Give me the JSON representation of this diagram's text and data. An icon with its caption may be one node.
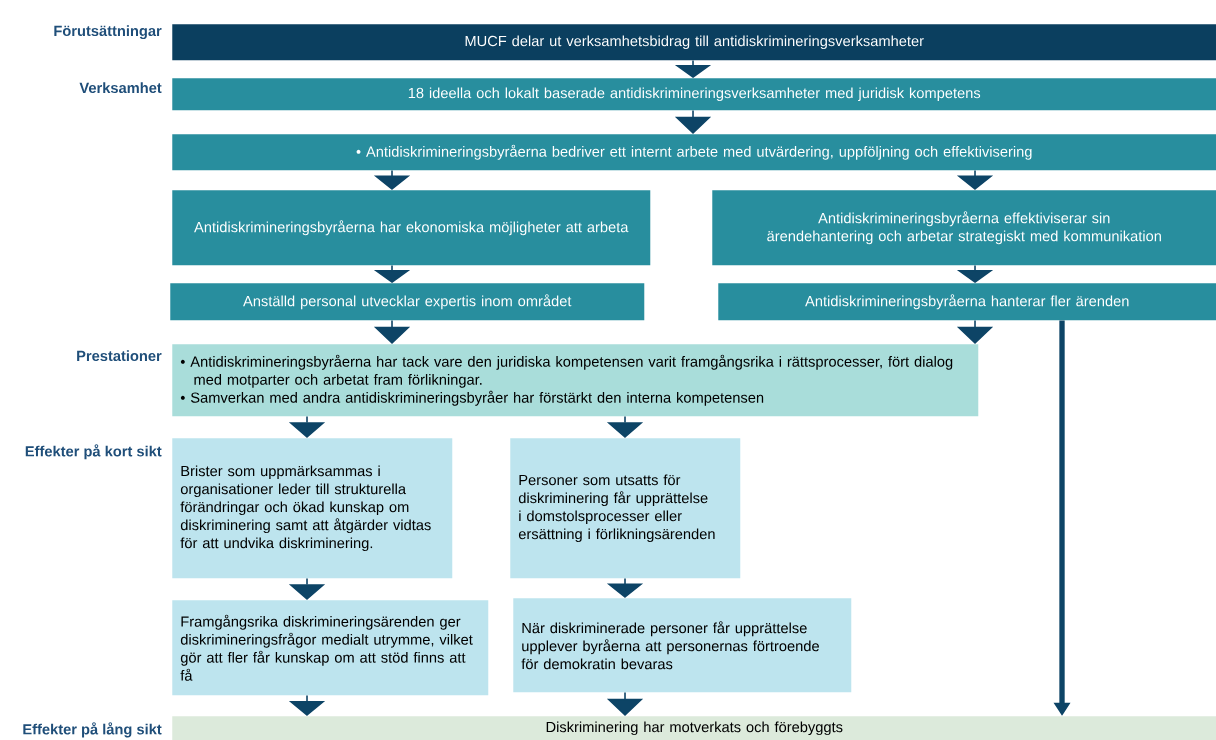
{
  "diagram": {
    "nodes": [
      {
        "text": [
          "MUCF delar ut verksamhetsbidrag till antidiskrimineringsverksamheter"
        ]
      },
      {
        "text": [
          "18 ideella och lokalt baserade antidiskrimineringsverksamheter med juridisk kompetens"
        ]
      },
      {
        "text": [
          "• Antidiskrimineringsbyråerna bedriver ett internt arbete med utvärdering, uppföljning och effektivisering"
        ]
      },
      {
        "text": [
          "Antidiskrimineringsbyråerna har ekonomiska möjligheter att arbeta"
        ]
      },
      {
        "text": [
          "Antidiskrimineringsbyråerna effektiviserar sin ärendehantering och arbetar strategiskt med kommunikation"
        ]
      },
      {
        "text": [
          "Anställd personal utvecklar expertis inom området"
        ]
      },
      {
        "text": [
          "Antidiskrimineringsbyråerna hanterar fler ärenden"
        ]
      },
      {
        "text": [
          "• Antidiskrimineringsbyråerna har tack vare den juridiska kompetensen varit framgångsrika i rättsprocesser, fört dialog med motparter och arbetat fram förlikningar.",
          "• Samverkan med andra antidiskrimineringsbyråer har förstärkt den interna kompetensen"
        ]
      },
      {
        "text": [
          "Brister som uppmärksammas i organisationer leder till strukturella förändringar och ökad kunskap om diskriminering samt att åtgärder vidtas för att undvika diskriminering."
        ]
      },
      {
        "text": [
          "Personer som utsatts för diskriminering får upprättelse i domstolsprocesser eller ersättning i förlikningsärenden"
        ]
      },
      {
        "text": [
          "Framgångsrika diskrimineringsärenden ger diskrimineringsfrågor medialt utrymme, vilket gör att fler får kunskap om att stöd finns att få"
        ]
      },
      {
        "text": [
          "När diskriminerade personer får upprättelse upplever byråerna att personernas förtroende för demokratin bevaras"
        ]
      },
      {
        "text": [
          "Diskriminering har motverkats och förebyggts"
        ]
      }
    ],
    "edges": [
      {
        "from": 0,
        "to": 1,
        "arrow": "to"
      },
      {
        "from": 1,
        "to": 2,
        "arrow": "to"
      },
      {
        "from": 2,
        "to": 3,
        "arrow": "to"
      },
      {
        "from": 2,
        "to": 4,
        "arrow": "to"
      },
      {
        "from": 3,
        "to": 5,
        "arrow": "to"
      },
      {
        "from": 4,
        "to": 6,
        "arrow": "to"
      },
      {
        "from": 5,
        "to": 7,
        "arrow": "to"
      },
      {
        "from": 6,
        "to": 7,
        "arrow": "to"
      },
      {
        "from": 7,
        "to": 8,
        "arrow": "to"
      },
      {
        "from": 7,
        "to": 9,
        "arrow": "to"
      },
      {
        "from": 8,
        "to": 10,
        "arrow": "to"
      },
      {
        "from": 9,
        "to": 11,
        "arrow": "to"
      },
      {
        "from": 10,
        "to": 12,
        "arrow": "to"
      },
      {
        "from": 11,
        "to": 12,
        "arrow": "to"
      },
      {
        "from": 6,
        "to": 12,
        "arrow": "to",
        "style": "thick"
      }
    ],
    "labels": [
      "Förutsättningar",
      "Verksamhet",
      "Prestationer",
      "Effekter på kort sikt",
      "Effekter på lång sikt"
    ]
  }
}
